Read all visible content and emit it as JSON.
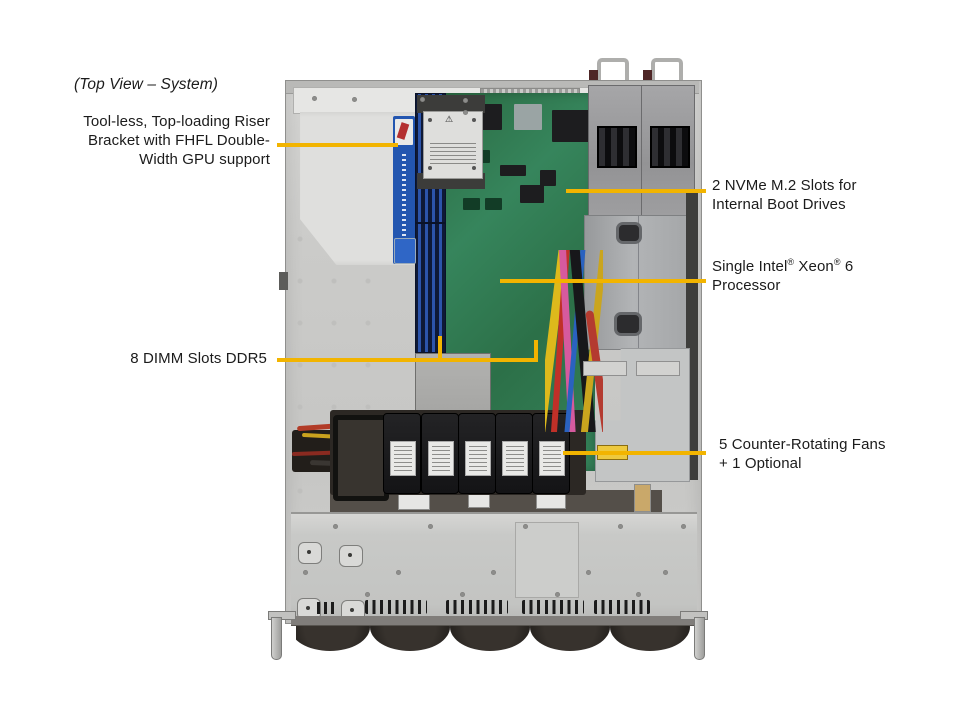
{
  "figure": {
    "title": "(Top View – System)",
    "accent_color": "#F2B400",
    "warning_glyph": "⚠"
  },
  "callouts": {
    "riser": {
      "lines": [
        "Tool-less, Top-loading Riser",
        "Bracket with FHFL Double-",
        "Width GPU support"
      ]
    },
    "nvme": {
      "lines": [
        "2 NVMe M.2 Slots for",
        "Internal  Boot Drives"
      ]
    },
    "xeon": {
      "l1a": "Single Intel",
      "sup1": "®",
      "l1b": " Xeon",
      "sup2": "®",
      "l1c": " 6",
      "line2": "Processor"
    },
    "dimm": {
      "line": "8 DIMM Slots DDR5"
    },
    "fans": {
      "lines": [
        "5 Counter-Rotating  Fans",
        "+ 1 Optional"
      ]
    }
  },
  "colors": {
    "chassis": "#CBCBC9",
    "pcb_green": "#2E7A4E",
    "dimm_blue": "#2C54AA",
    "psu_gray": "#9B9B9D",
    "fan_black": "#1A1A1C",
    "riser_label_blue": "#2356B0",
    "warning_label_yellow": "#EDC93E"
  }
}
